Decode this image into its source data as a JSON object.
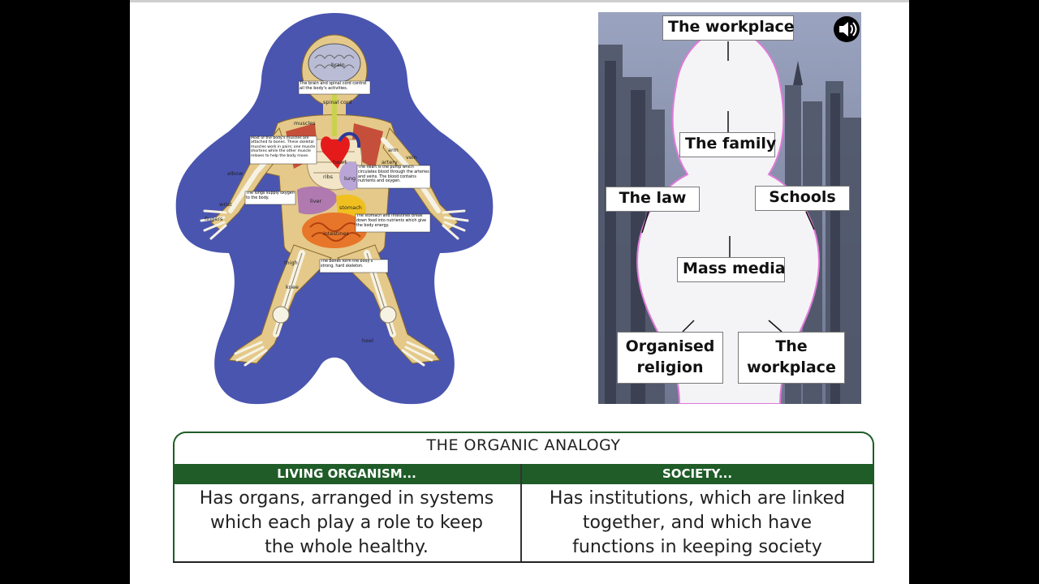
{
  "body_diagram": {
    "organ_labels": {
      "brain": "brain",
      "spinal_cord": "spinal cord",
      "muscles": "muscles",
      "arm": "arm",
      "vein": "vein",
      "artery": "artery",
      "heart": "heart",
      "elbow": "elbow",
      "ribs": "ribs",
      "lung": "lung",
      "wrist": "wrist",
      "fingers": "fingers",
      "liver": "liver",
      "stomach": "stomach",
      "intestines": "intestines",
      "thigh": "thigh",
      "knee": "knee",
      "heel": "heel"
    },
    "notes": {
      "brain": "The brain and spinal cord control all the body's activities.",
      "muscles": "Most of the body's muscles are attached to bones. These skeletal muscles work in pairs; one muscle shortens while the other muscle relaxes to help the body move.",
      "heart": "The heart is the pump which circulates blood through the arteries and veins. The blood contains nutrients and oxygen.",
      "lungs": "The lungs supply oxygen to the body.",
      "stomach": "The stomach and intestines break down food into nutrients which give the body energy.",
      "bones": "The bones form the body's strong, hard skeleton."
    }
  },
  "society_panel": {
    "institutions": {
      "top": "The workplace",
      "family": "The family",
      "law": "The law",
      "schools": "Schools",
      "media": "Mass media",
      "religion_line1": "Organised",
      "religion_line2": "religion",
      "workplace_line1": "The",
      "workplace_line2": "workplace"
    },
    "speaker_icon": "speaker-icon"
  },
  "table": {
    "title": "THE ORGANIC ANALOGY",
    "headers": [
      "LIVING ORGANISM...",
      "SOCIETY..."
    ],
    "left_cell": [
      "Has organs, arranged in systems",
      "which each play a role to keep",
      "the whole healthy."
    ],
    "right_cell": [
      "Has institutions, which are linked",
      "together, and which have",
      "functions in keeping society"
    ]
  },
  "colors": {
    "background": "#000000",
    "slide": "#ffffff",
    "table_green": "#1f5c28",
    "diagram_blue": "#4a55b0",
    "silhouette_pink": "#e07ad8"
  }
}
